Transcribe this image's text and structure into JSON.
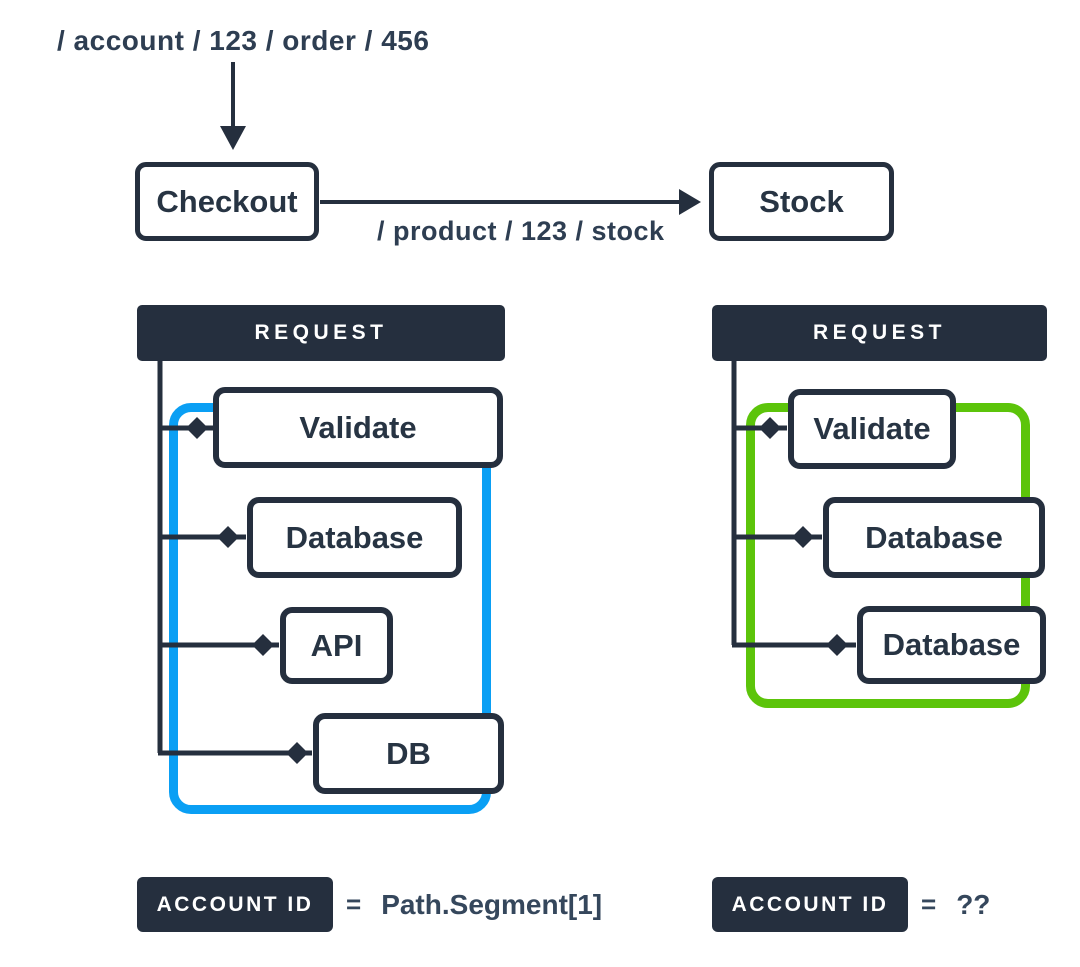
{
  "top_flow": {
    "incoming_path": "/ account / 123 / order / 456",
    "checkout_label": "Checkout",
    "outgoing_path": "/ product / 123 / stock",
    "stock_label": "Stock"
  },
  "left_trace": {
    "header": "REQUEST",
    "spans": [
      {
        "label": "Validate"
      },
      {
        "label": "Database"
      },
      {
        "label": "API"
      },
      {
        "label": "DB"
      }
    ],
    "bracket_color": "#0a9ff4",
    "footer": {
      "badge": "ACCOUNT ID",
      "operator": "=",
      "value": "Path.Segment[1]"
    }
  },
  "right_trace": {
    "header": "REQUEST",
    "spans": [
      {
        "label": "Validate"
      },
      {
        "label": "Database"
      },
      {
        "label": "Database"
      }
    ],
    "bracket_color": "#5cc40a",
    "footer": {
      "badge": "ACCOUNT ID",
      "operator": "=",
      "value": "??"
    }
  },
  "colors": {
    "ink": "#252f3e",
    "path_text": "#2e3e52",
    "value_text": "#35475c",
    "context_blue": "#0a9ff4",
    "context_green": "#5cc40a"
  }
}
